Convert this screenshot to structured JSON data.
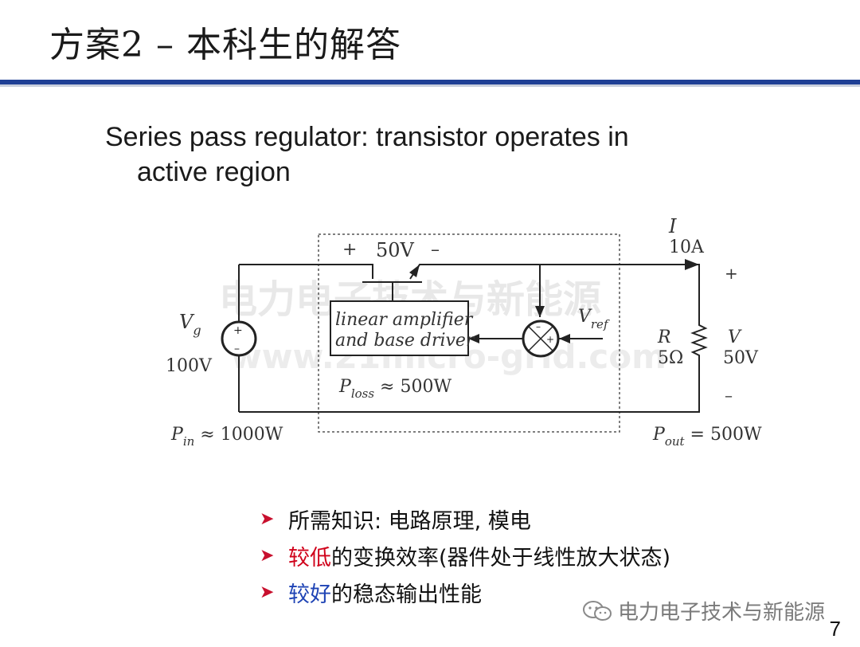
{
  "slide": {
    "title": "方案2 – 本科生的解答",
    "subtitle_line1": "Series pass regulator: transistor operates in",
    "subtitle_line2": "active region",
    "page_number": "7"
  },
  "circuit": {
    "source_label": "V",
    "source_sub": "g",
    "source_value": "100V",
    "transistor_voltage": "50V",
    "plus": "+",
    "minus": "–",
    "amp_line1": "linear amplifier",
    "amp_line2": "and base driver",
    "vref": "V",
    "vref_sub": "ref",
    "current_label": "I",
    "current_value": "10A",
    "load_label": "R",
    "load_value": "5Ω",
    "out_label": "V",
    "out_value": "50V",
    "ploss_p": "P",
    "ploss_sub": "loss",
    "ploss_value": " ≈ 500W",
    "pin_p": "P",
    "pin_sub": "in",
    "pin_value": " ≈ 1000W",
    "pout_p": "P",
    "pout_sub": "out",
    "pout_value": " = 500W",
    "watermark_cn": "电力电子技术与新能源",
    "watermark_url": "www.21micro-grid.com"
  },
  "bullets": {
    "b1": "所需知识: 电路原理, 模电",
    "b2_highlight": "较低",
    "b2_rest": "的变换效率(器件处于线性放大状态)",
    "b3_highlight": "较好",
    "b3_rest": "的稳态输出性能",
    "colors": {
      "red": "#d0021b",
      "blue": "#1f44b5"
    }
  },
  "footer": {
    "brand": "电力电子技术与新能源",
    "icon": "wechat-icon"
  },
  "theme": {
    "title_rule_color": "#1f3f95"
  }
}
